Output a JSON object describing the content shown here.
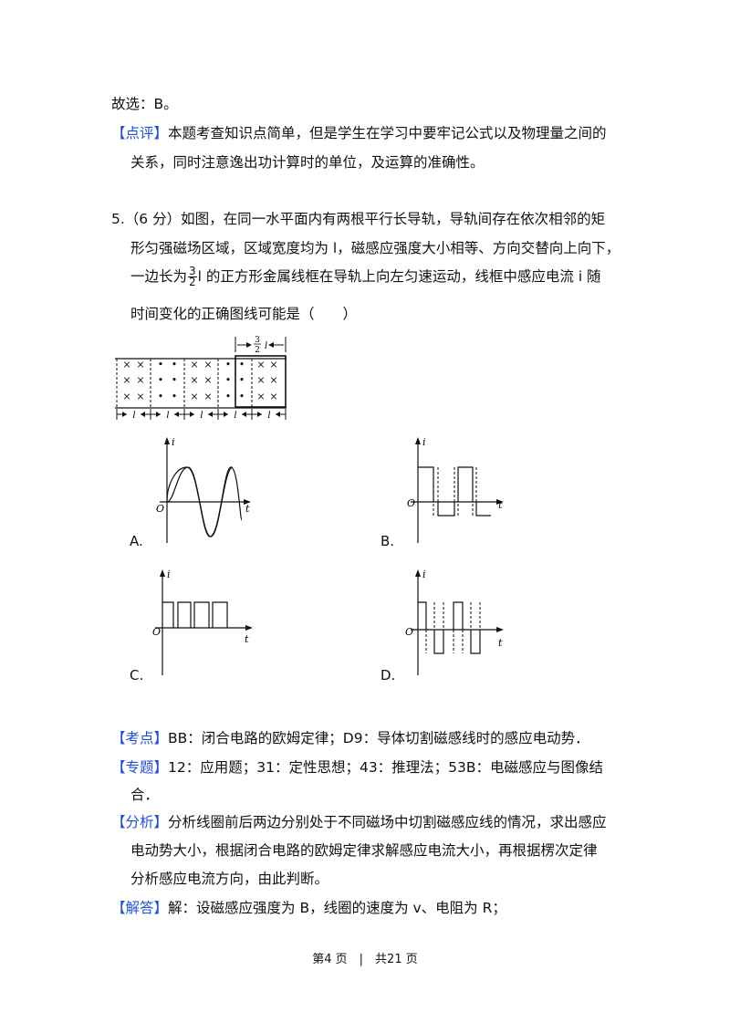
{
  "prev": {
    "answer": "故选：B。",
    "comment_tag": "【点评】",
    "comment_line1": "本题考查知识点简单，但是学生在学习中要牢记公式以及物理量之间的",
    "comment_line2": "关系，同时注意逸出功计算时的单位，及运算的准确性。"
  },
  "question": {
    "number": "5.（6 分）",
    "line1": "如图，在同一水平面内有两根平行长导轨，导轨间存在依次相邻的矩",
    "line2": "形匀强磁场区域，区域宽度均为 l，磁感应强度大小相等、方向交替向上向下，",
    "line3_pre": "一边长为",
    "frac_num": "3",
    "frac_den": "2",
    "line3_post": "l 的正方形金属线框在导轨上向左匀速运动，线框中感应电流 i 随",
    "line4": "时间变化的正确图线可能是（　　）"
  },
  "figure": {
    "top_label_num": "3",
    "top_label_den": "2",
    "top_label_var": "l",
    "bottom_label": "l",
    "cross": "×",
    "dot": "•"
  },
  "graphs": {
    "axis_i": "i",
    "axis_t": "t",
    "origin": "O",
    "options": [
      "A.",
      "B.",
      "C.",
      "D."
    ]
  },
  "analysis": {
    "kaodian_tag": "【考点】",
    "kaodian": "BB：闭合电路的欧姆定律；D9：导体切割磁感线时的感应电动势．",
    "zhuanti_tag": "【专题】",
    "zhuanti_line1": "12：应用题；31：定性思想；43：推理法；53B：电磁感应与图像结",
    "zhuanti_line2": "合．",
    "fenxi_tag": "【分析】",
    "fenxi_line1": "分析线圈前后两边分别处于不同磁场中切割磁感应线的情况，求出感应",
    "fenxi_line2": "电动势大小，根据闭合电路的欧姆定律求解感应电流大小，再根据楞次定律",
    "fenxi_line3": "分析感应电流方向，由此判断。",
    "jieda_tag": "【解答】",
    "jieda_line1": "解：设磁感应强度为 B，线圈的速度为 v、电阻为 R；"
  },
  "footer": {
    "text": "第4 页　|　共21 页"
  }
}
